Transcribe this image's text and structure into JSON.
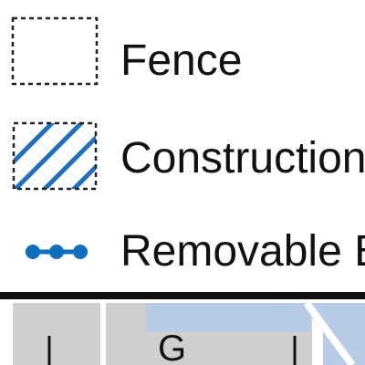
{
  "legend": {
    "items": [
      {
        "label": "Fence",
        "symbol": "dashed-outline-icon"
      },
      {
        "label": "Construction",
        "symbol": "hatched-dashed-box-icon"
      },
      {
        "label": "Removable Barrier",
        "symbol": "dotted-line-icon"
      }
    ]
  },
  "map": {
    "grid_label": "G"
  },
  "colors": {
    "text": "#111111",
    "dash": "#222222",
    "hatch": "#1e6fc0",
    "barrier": "#0f6fbf",
    "divider": "#111111",
    "block": "#cfcfcf",
    "block_edge": "#ffffff",
    "water": "#b8cbe6"
  }
}
